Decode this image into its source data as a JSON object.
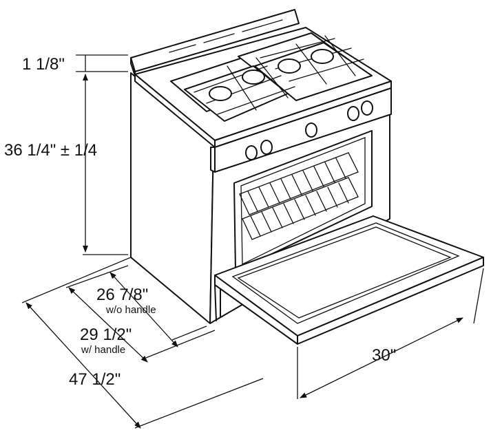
{
  "dimensions": {
    "backguard": {
      "value": "1 1/8\""
    },
    "height": {
      "value": "36 1/4\" ± 1/4"
    },
    "depth_without_handle": {
      "value": "26 7/8\"",
      "note": "w/o handle"
    },
    "depth_with_handle": {
      "value": "29 1/2\"",
      "note": "w/ handle"
    },
    "depth_door_open": {
      "value": "47 1/2\""
    },
    "width": {
      "value": "30\""
    }
  },
  "colors": {
    "line": "#111111",
    "background": "#ffffff"
  }
}
